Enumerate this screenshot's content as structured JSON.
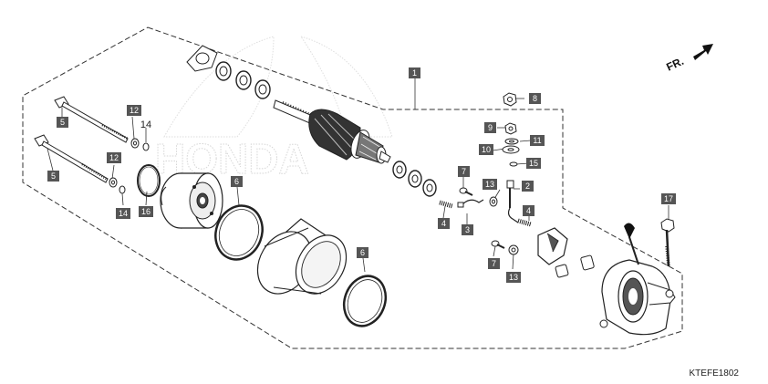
{
  "diagram_code": "KTEFE1802",
  "direction": {
    "label": "FR."
  },
  "watermark": "HONDA",
  "callouts": [
    {
      "id": "c1",
      "number": "1",
      "boxed": true
    },
    {
      "id": "c2",
      "number": "2",
      "boxed": true
    },
    {
      "id": "c3",
      "number": "3",
      "boxed": true
    },
    {
      "id": "c4a",
      "number": "4",
      "boxed": true
    },
    {
      "id": "c4b",
      "number": "4",
      "boxed": true
    },
    {
      "id": "c5a",
      "number": "5",
      "boxed": true
    },
    {
      "id": "c5b",
      "number": "5",
      "boxed": true
    },
    {
      "id": "c6a",
      "number": "6",
      "boxed": true
    },
    {
      "id": "c6b",
      "number": "6",
      "boxed": true
    },
    {
      "id": "c7a",
      "number": "7",
      "boxed": true
    },
    {
      "id": "c7b",
      "number": "7",
      "boxed": true
    },
    {
      "id": "c8",
      "number": "8",
      "boxed": true
    },
    {
      "id": "c9",
      "number": "9",
      "boxed": true
    },
    {
      "id": "c10",
      "number": "10",
      "boxed": true
    },
    {
      "id": "c11",
      "number": "11",
      "boxed": true
    },
    {
      "id": "c12a",
      "number": "12",
      "boxed": true
    },
    {
      "id": "c12b",
      "number": "12",
      "boxed": true
    },
    {
      "id": "c13a",
      "number": "13",
      "boxed": true
    },
    {
      "id": "c13b",
      "number": "13",
      "boxed": true
    },
    {
      "id": "c14a",
      "number": "14",
      "boxed": false
    },
    {
      "id": "c14b",
      "number": "14",
      "boxed": true
    },
    {
      "id": "c15",
      "number": "15",
      "boxed": true
    },
    {
      "id": "c16",
      "number": "16",
      "boxed": true
    },
    {
      "id": "c17",
      "number": "17",
      "boxed": true
    }
  ],
  "colors": {
    "label_box": "#555555",
    "line": "#222222",
    "watermark": "#d6d6d6"
  }
}
